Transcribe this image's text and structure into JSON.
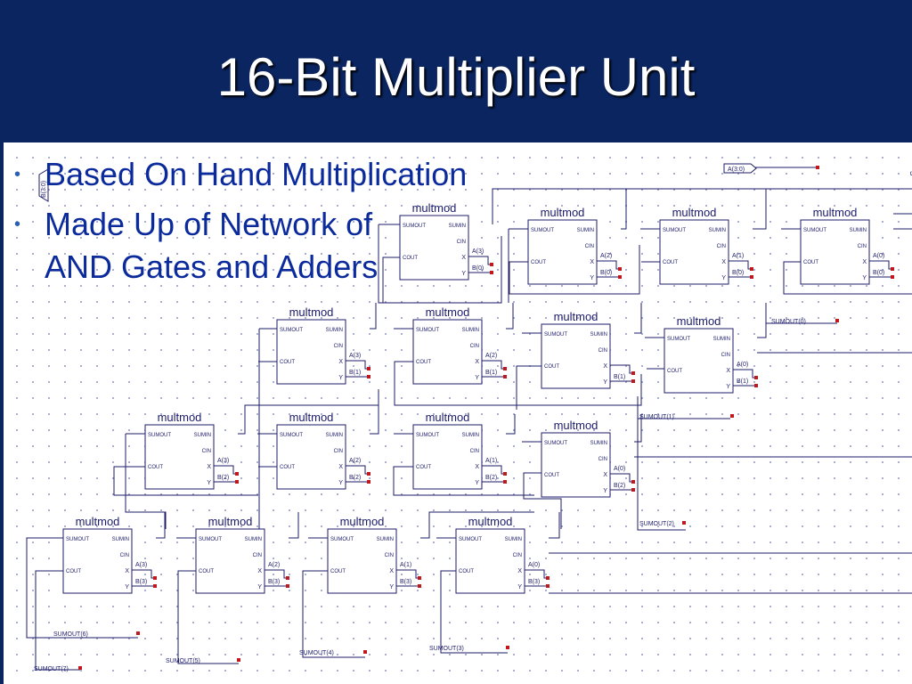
{
  "slide": {
    "title": "16-Bit Multiplier Unit",
    "bullets": [
      {
        "text": "Based On Hand Multiplication"
      },
      {
        "text": "Made Up of Network of AND Gates and Adders"
      }
    ]
  },
  "diagram": {
    "module_name": "multmod",
    "ports": {
      "sumout": "SUMOUT",
      "sumin": "SUMIN",
      "cin": "CIN",
      "cout": "COUT",
      "x": "X",
      "y": "Y"
    },
    "input_bus": "A(3:0)",
    "modules": [
      {
        "id": "r1c1",
        "a": "A(3)",
        "b": "B(0)"
      },
      {
        "id": "r1c2",
        "a": "A(2)",
        "b": "B(0)"
      },
      {
        "id": "r1c3",
        "a": "A(1)",
        "b": "B(0)"
      },
      {
        "id": "r1c4",
        "a": "A(0)",
        "b": "B(0)"
      },
      {
        "id": "r2c1",
        "a": "A(3)",
        "b": "B(1)"
      },
      {
        "id": "r2c2",
        "a": "A(2)",
        "b": "B(1)"
      },
      {
        "id": "r2c3",
        "a": "",
        "b": "B(1)"
      },
      {
        "id": "r2c4",
        "a": "A(0)",
        "b": "B(1)"
      },
      {
        "id": "r3c1",
        "a": "A(3)",
        "b": "B(2)"
      },
      {
        "id": "r3c2",
        "a": "A(2)",
        "b": "B(2)"
      },
      {
        "id": "r3c3",
        "a": "A(1)",
        "b": "B(2)"
      },
      {
        "id": "r3c4",
        "a": "A(0)",
        "b": "B(2)"
      },
      {
        "id": "r4c1",
        "a": "A(3)",
        "b": "B(3)"
      },
      {
        "id": "r4c2",
        "a": "A(2)",
        "b": "B(3)"
      },
      {
        "id": "r4c3",
        "a": "A(1)",
        "b": "B(3)"
      },
      {
        "id": "r4c4",
        "a": "A(0)",
        "b": "B(3)"
      }
    ],
    "outputs": [
      {
        "id": "out0",
        "text": "SUMOUT(0)"
      },
      {
        "id": "out1",
        "text": "SUMOUT(1)"
      },
      {
        "id": "out2",
        "text": "SUMOUT(2)"
      },
      {
        "id": "out3",
        "text": "SUMOUT(3)"
      },
      {
        "id": "out4",
        "text": "SUMOUT(4)"
      },
      {
        "id": "out5",
        "text": "SUMOUT(5)"
      },
      {
        "id": "out6",
        "text": "SUMOUT(6)"
      },
      {
        "id": "out7",
        "text": "SUMOUT(7)"
      }
    ],
    "side_labels": {
      "left": "B(3:0)",
      "right": "S"
    }
  },
  "colors": {
    "title_bg": "#0a2560",
    "title_text": "#ffffff",
    "body_text": "#0b2a9c",
    "wire": "#1c1c6b",
    "block_text": "#1c1c6b",
    "pin": "#c0181c"
  }
}
